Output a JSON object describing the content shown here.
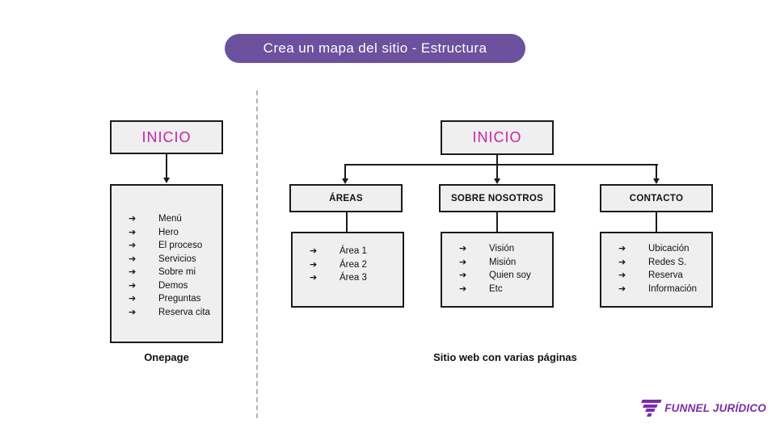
{
  "title": "Crea un mapa del sitio - Estructura",
  "bullet": "➔",
  "colors": {
    "title_purple": "#6b519e",
    "root_magenta": "#cb22a7",
    "box_fill": "#efefef",
    "box_border": "#1a1a1a",
    "logo_purple": "#7b2caa",
    "divider_gray": "#b3b3b3"
  },
  "left_tree": {
    "root_label": "INICIO",
    "items": [
      "Menú",
      "Hero",
      "El proceso",
      "Servicios",
      "Sobre mi",
      "Demos",
      "Preguntas",
      "Reserva cita"
    ],
    "caption": "Onepage"
  },
  "right_tree": {
    "root_label": "INICIO",
    "branches": [
      {
        "header": "ÁREAS",
        "items": [
          "Área 1",
          "Área 2",
          "Área 3"
        ]
      },
      {
        "header": "SOBRE NOSOTROS",
        "items": [
          "Visión",
          "Misión",
          "Quien soy",
          "Etc"
        ]
      },
      {
        "header": "CONTACTO",
        "items": [
          "Ubicación",
          "Redes S.",
          "Reserva",
          "Información"
        ]
      }
    ],
    "caption": "Sitio web con varias páginas"
  },
  "logo": {
    "text": "FUNNEL JURÍDICO"
  }
}
